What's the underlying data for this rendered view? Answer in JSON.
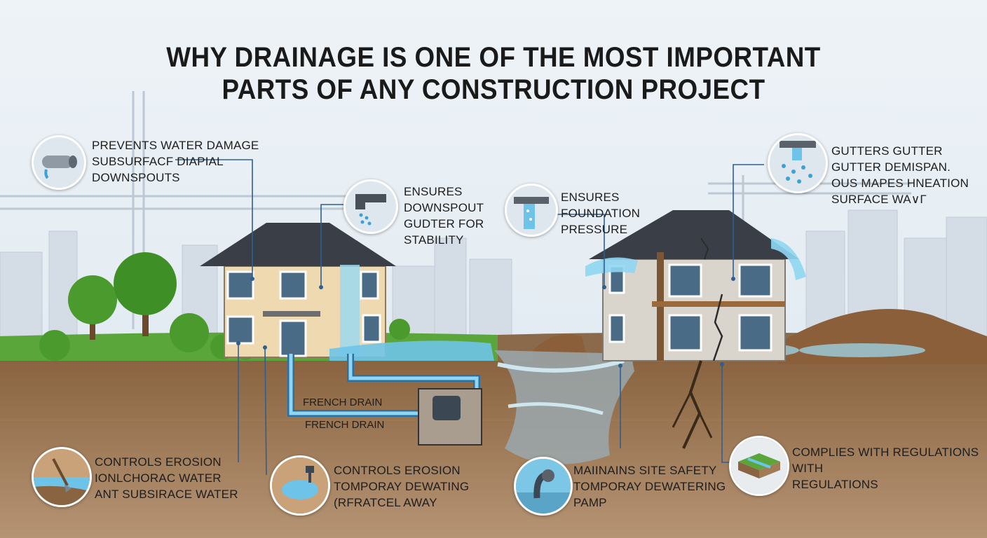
{
  "title": {
    "line1": "WHY DRAINAGE IS ONE OF THE MOST IMPORTANT",
    "line2": "PARTS OF ANY CONSTRUCTION PROJECT"
  },
  "callouts": {
    "prevents": [
      "PREVENTS WATER DAMAGE",
      "SUBSURFACF DIAPIAL",
      "DOWNSPOUTS"
    ],
    "ensures_downspout": [
      "ENSURES",
      "DOWNSPOUT",
      "GUDTER FOR",
      "STABILITY"
    ],
    "ensures_foundation": [
      "ENSURES",
      "FOUNDATION",
      "PRESSURE"
    ],
    "gutters": [
      "GUTTERS GUTTER",
      "GUTTER DEMISPAN.",
      "OUS MAPES HNEATION",
      "SURFACE WA∨Г"
    ],
    "controls_left": [
      "CONTROLS EROSION",
      "IONLCHORAC WATER",
      "ANT SUBSIRACE WATER"
    ],
    "controls_mid": [
      "CONTROLS EROSION",
      "TOMPORAY DEWATING",
      "(RFRATCEL AWAY"
    ],
    "maintains": [
      "MAIINAINS SITE SAFETY",
      "TOMPORAY DEWATERING",
      "PAMP"
    ],
    "complies": [
      "COMPLIES WITH REGULATIONS",
      "WITH",
      "REGULATIONS"
    ]
  },
  "drain_labels": [
    "FRENCH DRAIN",
    "FRENCH DRAIN"
  ],
  "icons": {
    "prevents": "drain-pipe-icon",
    "ensures_downspout": "gutter-downspout-icon",
    "ensures_foundation": "gutter-flow-icon",
    "gutters": "dripping-roof-icon",
    "controls_left": "erosion-shovel-icon",
    "controls_mid": "dewatering-pond-icon",
    "maintains": "dewatering-pump-icon",
    "complies": "regulation-layers-icon"
  },
  "colors": {
    "sky": "#e8f0f6",
    "grass": "#5aa63a",
    "soil": "#7a5634",
    "water": "#6ec4e8",
    "leader": "#2f5f8f",
    "house_wall": "#efd9b0",
    "damaged_wall": "#d9d4cc",
    "roof": "#3a3f47"
  }
}
